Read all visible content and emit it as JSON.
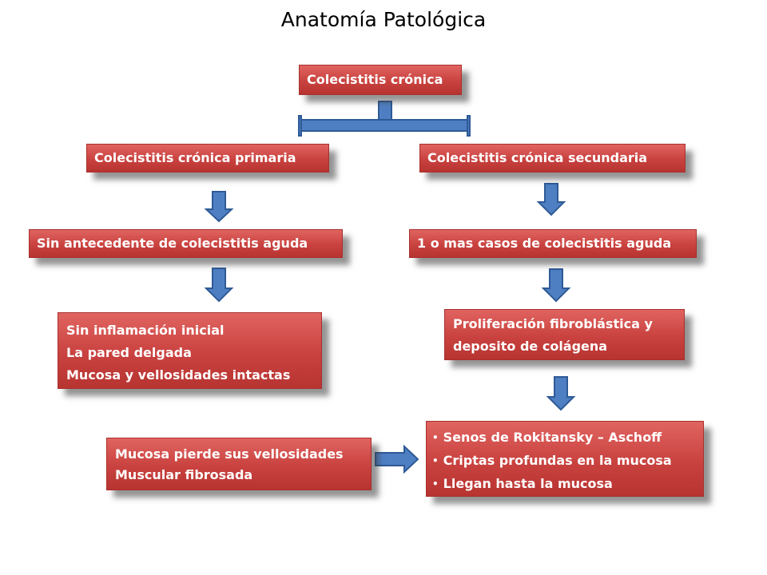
{
  "title": "Anatomía Patológica",
  "colors": {
    "box_fill": "#c9423f",
    "box_text": "#ffffff",
    "arrow_fill": "#4f7fc3",
    "arrow_stroke": "#2e5a96"
  },
  "nodes": {
    "root": "Colecistitis crónica",
    "primaria": "Colecistitis crónica primaria",
    "secundaria": "Colecistitis crónica secundaria",
    "sin_antecedente": "Sin antecedente de colecistitis aguda",
    "casos_aguda": "1 o mas casos de colecistitis aguda",
    "sin_inflamacion": [
      "Sin inflamación inicial",
      "La pared delgada",
      "Mucosa y vellosidades intactas"
    ],
    "proliferacion": [
      "Proliferación fibroblástica y",
      "deposito de colágena"
    ],
    "mucosa": [
      "Mucosa pierde sus vellosidades",
      "Muscular fibrosada"
    ],
    "senos": [
      "Senos de Rokitansky – Aschoff",
      "Criptas profundas en la mucosa",
      "Llegan hasta la mucosa"
    ]
  }
}
